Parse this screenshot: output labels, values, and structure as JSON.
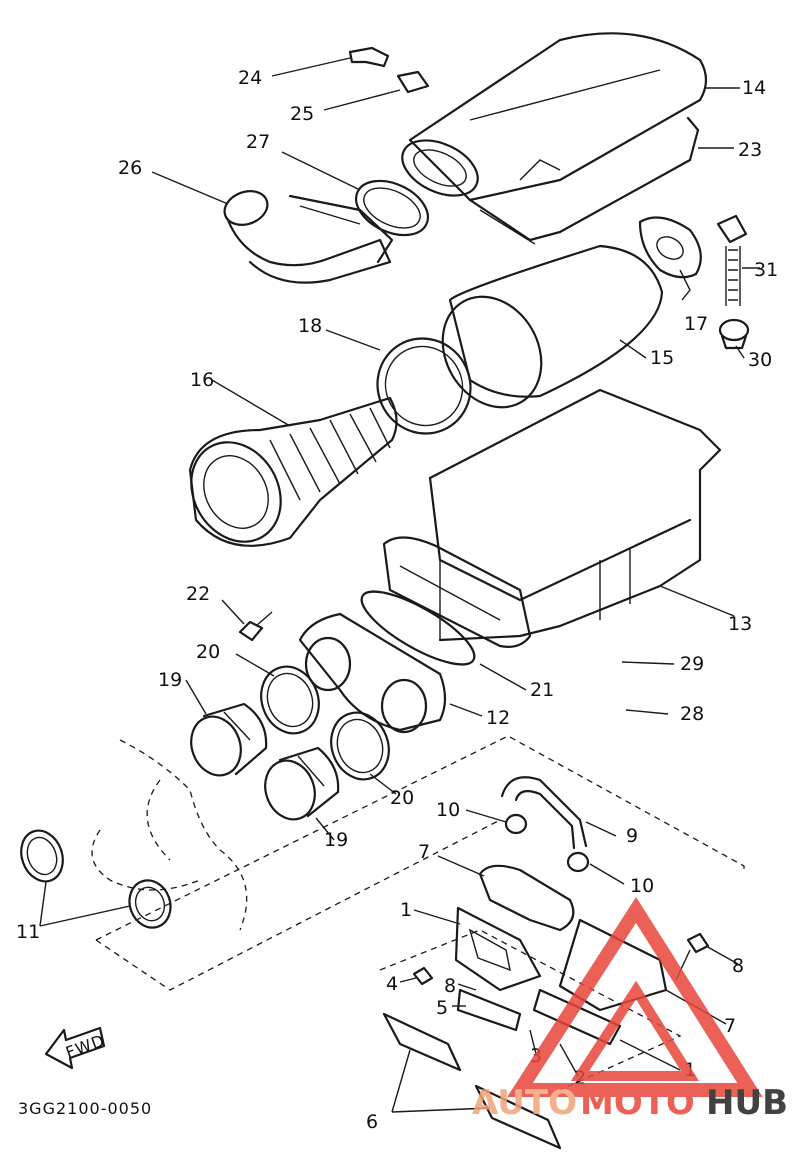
{
  "diagram": {
    "drawing_code": "3GG2100-0050",
    "direction_label": "FWD",
    "callouts": [
      {
        "id": "c24",
        "label": "24"
      },
      {
        "id": "c25",
        "label": "25"
      },
      {
        "id": "c14",
        "label": "14"
      },
      {
        "id": "c23",
        "label": "23"
      },
      {
        "id": "c27",
        "label": "27"
      },
      {
        "id": "c26",
        "label": "26"
      },
      {
        "id": "c31",
        "label": "31"
      },
      {
        "id": "c17",
        "label": "17"
      },
      {
        "id": "c18",
        "label": "18"
      },
      {
        "id": "c15",
        "label": "15"
      },
      {
        "id": "c30",
        "label": "30"
      },
      {
        "id": "c16",
        "label": "16"
      },
      {
        "id": "c13",
        "label": "13"
      },
      {
        "id": "c22",
        "label": "22"
      },
      {
        "id": "c20a",
        "label": "20"
      },
      {
        "id": "c29",
        "label": "29"
      },
      {
        "id": "c19a",
        "label": "19"
      },
      {
        "id": "c21",
        "label": "21"
      },
      {
        "id": "c12",
        "label": "12"
      },
      {
        "id": "c28",
        "label": "28"
      },
      {
        "id": "c20b",
        "label": "20"
      },
      {
        "id": "c10a",
        "label": "10"
      },
      {
        "id": "c9",
        "label": "9"
      },
      {
        "id": "c19b",
        "label": "19"
      },
      {
        "id": "c7a",
        "label": "7"
      },
      {
        "id": "c10b",
        "label": "10"
      },
      {
        "id": "c11",
        "label": "11"
      },
      {
        "id": "c1a",
        "label": "1"
      },
      {
        "id": "c8a",
        "label": "8"
      },
      {
        "id": "c4",
        "label": "4"
      },
      {
        "id": "c8b",
        "label": "8"
      },
      {
        "id": "c5",
        "label": "5"
      },
      {
        "id": "c7b",
        "label": "7"
      },
      {
        "id": "c3",
        "label": "3"
      },
      {
        "id": "c2",
        "label": "2"
      },
      {
        "id": "c1b",
        "label": "1"
      },
      {
        "id": "c6",
        "label": "6"
      }
    ]
  },
  "watermark": {
    "part1": "AUTO",
    "part2": "MOTO",
    "part3": "HUB",
    "color_primary": "#e8463a",
    "color_secondary": "#f2a37a",
    "color_dark": "#222222"
  }
}
